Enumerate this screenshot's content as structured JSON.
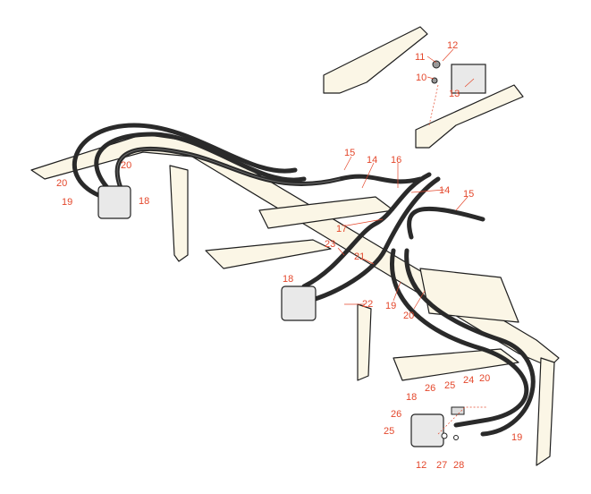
{
  "diagram": {
    "callouts": [
      "11",
      "12",
      "10",
      "13",
      "15",
      "14",
      "16",
      "14",
      "15",
      "20",
      "20",
      "19",
      "18",
      "17",
      "23",
      "21",
      "18",
      "22",
      "19",
      "20",
      "26",
      "25",
      "24",
      "20",
      "18",
      "26",
      "25",
      "12",
      "27",
      "28",
      "19"
    ]
  },
  "colors": {
    "callout": "#e4472b",
    "frame": "#fbf6e6",
    "hose": "#2a2a2a"
  }
}
